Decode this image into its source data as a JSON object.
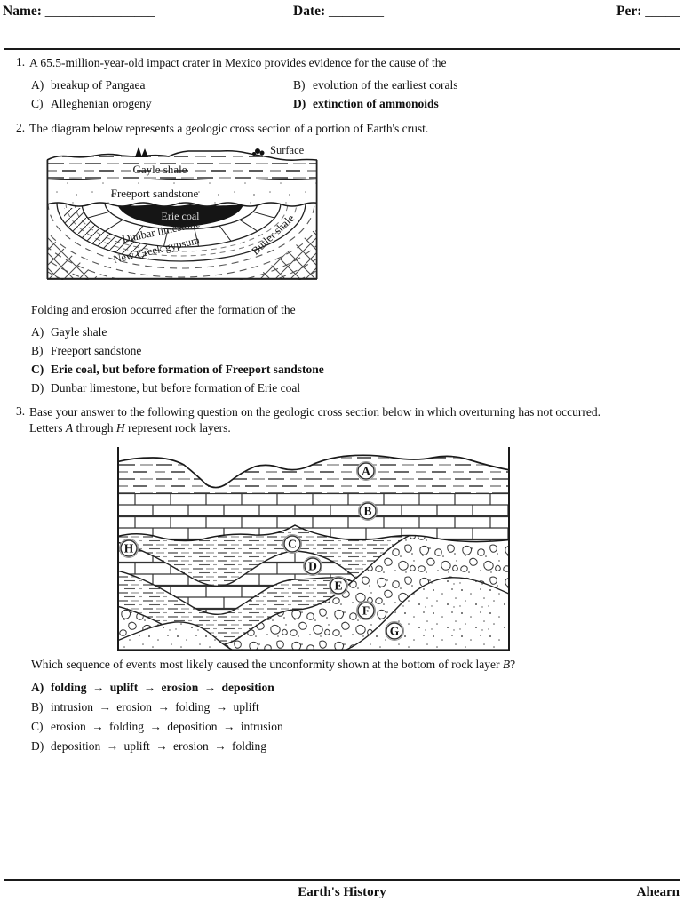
{
  "header": {
    "name_label": "Name:",
    "name_line": "________________",
    "date_label": "Date:",
    "date_line": "________",
    "per_label": "Per:",
    "per_line": "_____"
  },
  "q1": {
    "number": "1.",
    "stem": "A 65.5-million-year-old impact crater in Mexico provides evidence for the cause of the",
    "options": [
      {
        "letter": "A)",
        "text": "breakup of Pangaea"
      },
      {
        "letter": "B)",
        "text": "evolution of the earliest corals"
      },
      {
        "letter": "C)",
        "text": "Alleghenian orogeny"
      },
      {
        "letter": "D)",
        "text": "extinction of ammonoids"
      }
    ]
  },
  "q2": {
    "number": "2.",
    "stem": "The diagram below represents a geologic cross section of a portion of Earth's crust.",
    "post_text": "Folding and erosion occurred after the formation of the",
    "options": [
      {
        "letter": "A)",
        "text": "Gayle shale"
      },
      {
        "letter": "B)",
        "text": "Freeport sandstone"
      },
      {
        "letter": "C)",
        "text": "Erie coal, but before formation of Freeport sandstone"
      },
      {
        "letter": "D)",
        "text": "Dunbar limestone, but before formation of Erie coal"
      }
    ]
  },
  "q3": {
    "number": "3.",
    "stem_part1": "Base your answer to the following question on the geologic cross section below in which overturning has not occurred. Letters ",
    "stem_italic1": "A",
    "stem_part2": " through ",
    "stem_italic2": "H",
    "stem_part3": " represent rock layers.",
    "question_part1": "Which sequence of events most likely caused the unconformity shown at the bottom of rock layer ",
    "question_italic": "B",
    "question_part2": "?",
    "options": [
      {
        "letter": "A)",
        "text": "folding → uplift → erosion → deposition"
      },
      {
        "letter": "B)",
        "text": "intrusion → erosion → folding → uplift"
      },
      {
        "letter": "C)",
        "text": "erosion → folding → deposition → intrusion"
      },
      {
        "letter": "D)",
        "text": "deposition → uplift → erosion → folding"
      }
    ]
  },
  "diagram1": {
    "surface": "Surface",
    "gayle": "Gayle shale",
    "freeport": "Freeport sandstone",
    "erie": "Erie coal",
    "dunbar": "Dunbar limestone",
    "newcreek": "New Creek gypsum",
    "butler": "Butler shale"
  },
  "diagram2": {
    "letters": [
      "A",
      "B",
      "C",
      "D",
      "E",
      "F",
      "G",
      "H"
    ]
  },
  "footer": {
    "title": "Earth's History",
    "author": "Ahearn"
  }
}
